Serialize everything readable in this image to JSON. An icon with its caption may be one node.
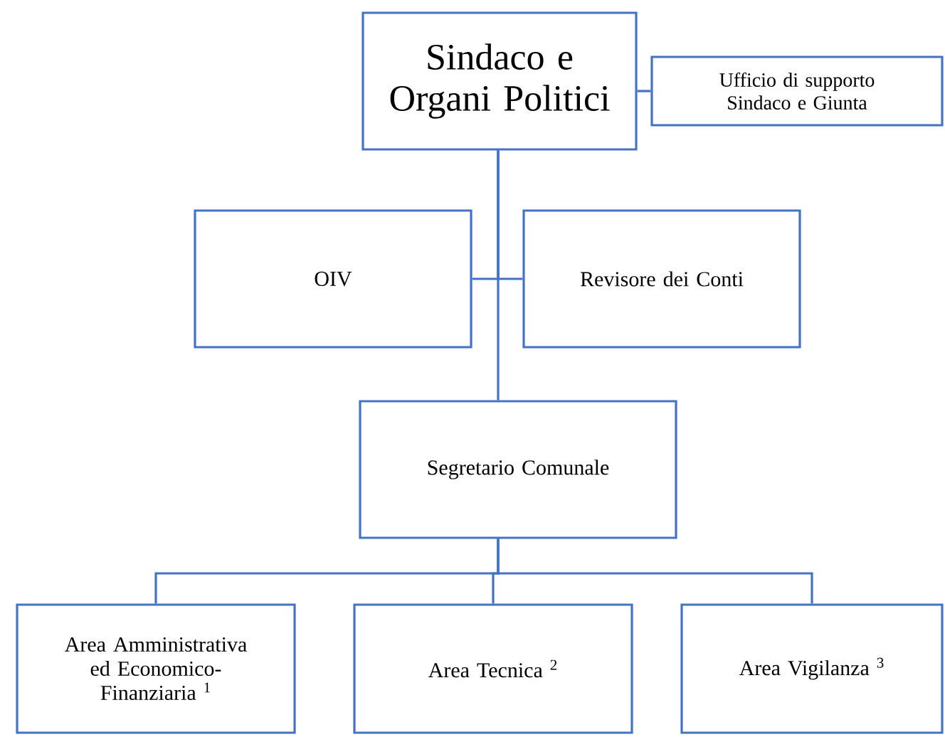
{
  "diagram": {
    "nodes": [
      {
        "text": [
          "Sindaco e Organi Politici"
        ]
      },
      {
        "text": [
          "Ufficio di supporto Sindaco e Giunta"
        ]
      },
      {
        "text": [
          "OIV"
        ]
      },
      {
        "text": [
          "Revisore dei Conti"
        ]
      },
      {
        "text": [
          "Segretario Comunale"
        ]
      },
      {
        "text": [
          "Area Amministrativa ed Economico-Finanziaria $^{1}$"
        ]
      },
      {
        "text": [
          "Area Tecnica $^{2}$"
        ]
      },
      {
        "text": [
          "Area Vigilanza $^{3}$"
        ]
      }
    ],
    "edges": [
      {
        "from": 0,
        "to": 1,
        "arrow": "none"
      },
      {
        "from": 0,
        "to": 2,
        "arrow": "none"
      },
      {
        "from": 0,
        "to": 3,
        "arrow": "none"
      },
      {
        "from": 0,
        "to": 4,
        "arrow": "none"
      },
      {
        "from": 4,
        "to": 5,
        "arrow": "none"
      },
      {
        "from": 4,
        "to": 6,
        "arrow": "none"
      },
      {
        "from": 4,
        "to": 7,
        "arrow": "none"
      }
    ]
  }
}
